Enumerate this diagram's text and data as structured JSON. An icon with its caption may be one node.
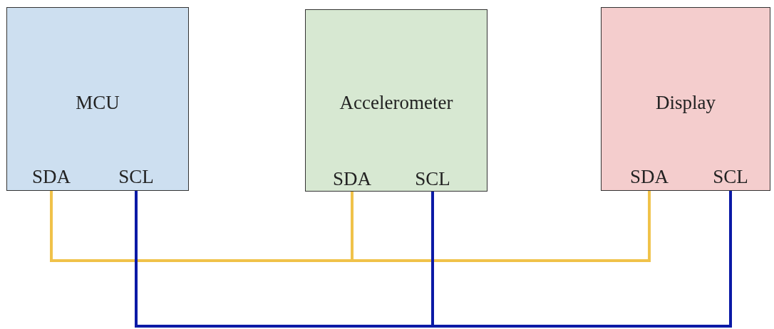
{
  "diagram": {
    "nodes": [
      {
        "text": [
          "MCU"
        ]
      },
      {
        "text": [
          "SDA"
        ],
        "in": 0
      },
      {
        "text": [
          "SCL"
        ],
        "in": 0
      },
      {
        "text": [
          "Accelerometer"
        ]
      },
      {
        "text": [
          "SDA"
        ],
        "in": 3
      },
      {
        "text": [
          "SCL"
        ],
        "in": 3
      },
      {
        "text": [
          "Display"
        ]
      },
      {
        "text": [
          "SDA"
        ],
        "in": 6
      },
      {
        "text": [
          "SCL"
        ],
        "in": 6
      }
    ],
    "edges": [
      {
        "from": 1,
        "to": 4,
        "arrow": "none",
        "color": "#f0c24a"
      },
      {
        "from": 4,
        "to": 7,
        "arrow": "none",
        "color": "#f0c24a"
      },
      {
        "from": 2,
        "to": 5,
        "arrow": "none",
        "color": "#0b1aa6"
      },
      {
        "from": 5,
        "to": 8,
        "arrow": "none",
        "color": "#0b1aa6"
      }
    ]
  }
}
